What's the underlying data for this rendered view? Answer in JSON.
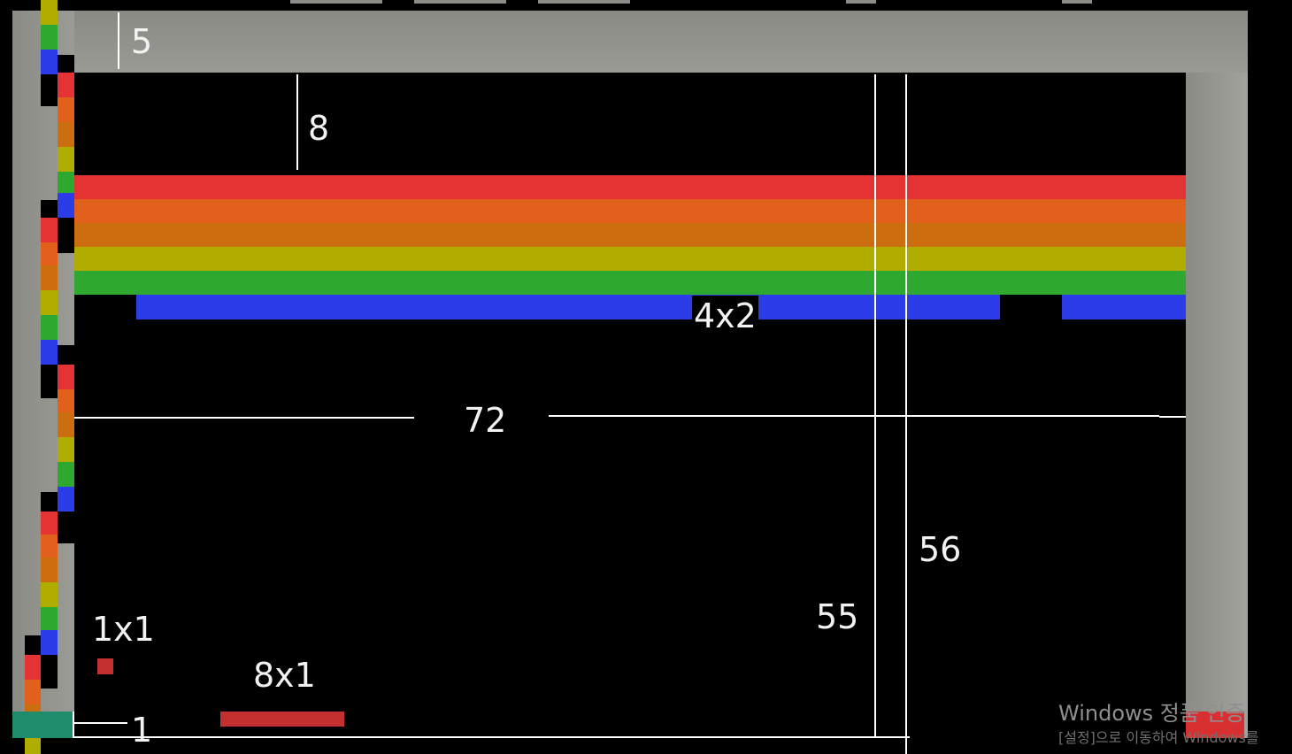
{
  "game": {
    "colors": {
      "wall": "#8c8c87",
      "red": "#e53232",
      "orange": "#e0601c",
      "dark_orange": "#cc6e10",
      "yellow": "#b0ac00",
      "green": "#2fa82f",
      "blue": "#2c3ce8",
      "teal": "#1f8c6c",
      "ball": "#c43030",
      "paddle": "#c43030"
    },
    "brick_rows": [
      "red",
      "orange",
      "dark-orange",
      "yellow",
      "green",
      "blue"
    ],
    "labels": {
      "wall_thickness": "5",
      "top_gap": "8",
      "brick_size": "4x2",
      "field_width": "72",
      "height_inner": "55",
      "height_outer": "56",
      "ball_size": "1x1",
      "paddle_size": "8x1",
      "bottom_gap": "1"
    }
  },
  "watermark": {
    "line1": "Windows 정품 인증",
    "line2": "[설정]으로 이동하여 Windows를"
  }
}
